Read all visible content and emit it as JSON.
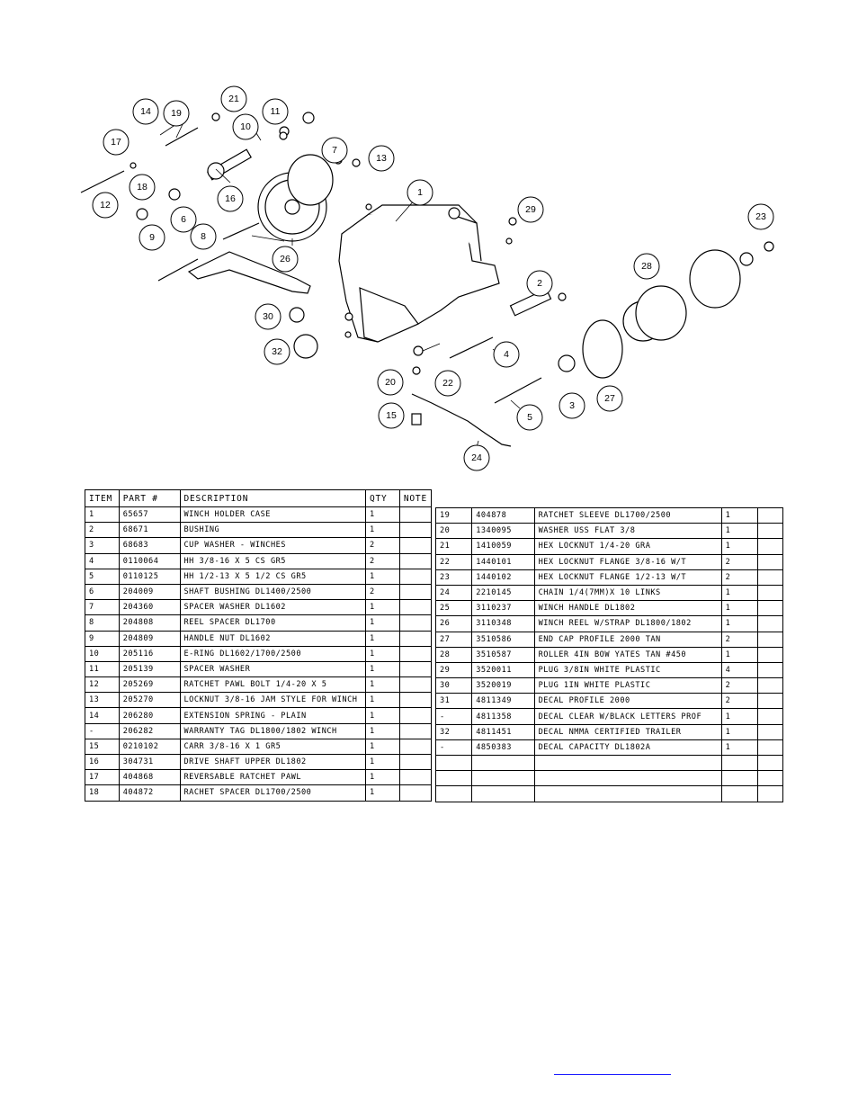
{
  "diagram": {
    "callouts": [
      "21",
      "14",
      "19",
      "11",
      "10",
      "17",
      "7",
      "13",
      "18",
      "12",
      "16",
      "1",
      "6",
      "9",
      "8",
      "26",
      "29",
      "23",
      "2",
      "28",
      "30",
      "32",
      "4",
      "22",
      "20",
      "3",
      "27",
      "5",
      "15",
      "24"
    ]
  },
  "left_table": {
    "headers": [
      "ITEM",
      "PART #",
      "DESCRIPTION",
      "QTY",
      "NOTE"
    ],
    "rows": [
      [
        "1",
        "65657",
        "WINCH HOLDER CASE",
        "1",
        ""
      ],
      [
        "2",
        "68671",
        "BUSHING",
        "1",
        ""
      ],
      [
        "3",
        "68683",
        "CUP WASHER - WINCHES",
        "2",
        ""
      ],
      [
        "4",
        "0110064",
        "HH 3/8-16 X 5 CS GR5",
        "2",
        ""
      ],
      [
        "5",
        "0110125",
        "HH 1/2-13 X 5 1/2 CS GR5",
        "1",
        ""
      ],
      [
        "6",
        "204009",
        "SHAFT BUSHING  DL1400/2500",
        "2",
        ""
      ],
      [
        "7",
        "204360",
        "SPACER WASHER  DL1602",
        "1",
        ""
      ],
      [
        "8",
        "204808",
        "REEL SPACER  DL1700",
        "1",
        ""
      ],
      [
        "9",
        "204809",
        "HANDLE NUT  DL1602",
        "1",
        ""
      ],
      [
        "10",
        "205116",
        "E-RING DL1602/1700/2500",
        "1",
        ""
      ],
      [
        "11",
        "205139",
        "SPACER WASHER",
        "1",
        ""
      ],
      [
        "12",
        "205269",
        "RATCHET PAWL BOLT 1/4-20 X 5",
        "1",
        ""
      ],
      [
        "13",
        "205270",
        "LOCKNUT 3/8-16 JAM STYLE FOR WINCH",
        "1",
        ""
      ],
      [
        "14",
        "206280",
        "EXTENSION SPRING - PLAIN",
        "1",
        ""
      ],
      [
        "-",
        "206282",
        "WARRANTY TAG DL1800/1802 WINCH",
        "1",
        ""
      ],
      [
        "15",
        "0210102",
        "CARR 3/8-16 X 1 GR5",
        "1",
        ""
      ],
      [
        "16",
        "304731",
        "DRIVE SHAFT UPPER  DL1802",
        "1",
        ""
      ],
      [
        "17",
        "404868",
        "REVERSABLE RATCHET PAWL",
        "1",
        ""
      ],
      [
        "18",
        "404872",
        "RACHET SPACER  DL1700/2500",
        "1",
        ""
      ]
    ]
  },
  "right_table": {
    "rows": [
      [
        "19",
        "404878",
        "RATCHET SLEEVE  DL1700/2500",
        "1",
        ""
      ],
      [
        "20",
        "1340095",
        "WASHER USS FLAT 3/8",
        "1",
        ""
      ],
      [
        "21",
        "1410059",
        "HEX LOCKNUT 1/4-20 GRA",
        "1",
        ""
      ],
      [
        "22",
        "1440101",
        "HEX LOCKNUT FLANGE 3/8-16 W/T",
        "2",
        ""
      ],
      [
        "23",
        "1440102",
        "HEX LOCKNUT FLANGE 1/2-13 W/T",
        "2",
        ""
      ],
      [
        "24",
        "2210145",
        "CHAIN 1/4(7MM)X 10 LINKS",
        "1",
        ""
      ],
      [
        "25",
        "3110237",
        "WINCH HANDLE  DL1802",
        "1",
        ""
      ],
      [
        "26",
        "3110348",
        "WINCH REEL W/STRAP  DL1800/1802",
        "1",
        ""
      ],
      [
        "27",
        "3510586",
        "END CAP PROFILE 2000 TAN",
        "2",
        ""
      ],
      [
        "28",
        "3510587",
        "ROLLER 4IN BOW YATES TAN #450",
        "1",
        ""
      ],
      [
        "29",
        "3520011",
        "PLUG  3/8IN WHITE PLASTIC",
        "4",
        ""
      ],
      [
        "30",
        "3520019",
        "PLUG  1IN WHITE PLASTIC",
        "2",
        ""
      ],
      [
        "31",
        "4811349",
        "DECAL PROFILE 2000",
        "2",
        ""
      ],
      [
        "-",
        "4811358",
        "DECAL CLEAR W/BLACK LETTERS PROF",
        "1",
        ""
      ],
      [
        "32",
        "4811451",
        "DECAL NMMA CERTIFIED TRAILER",
        "1",
        ""
      ],
      [
        "-",
        "4850383",
        "DECAL CAPACITY DL1802A",
        "1",
        ""
      ],
      [
        "",
        "",
        "",
        "",
        ""
      ],
      [
        "",
        "",
        "",
        "",
        ""
      ],
      [
        "",
        "",
        "",
        "",
        ""
      ]
    ]
  }
}
